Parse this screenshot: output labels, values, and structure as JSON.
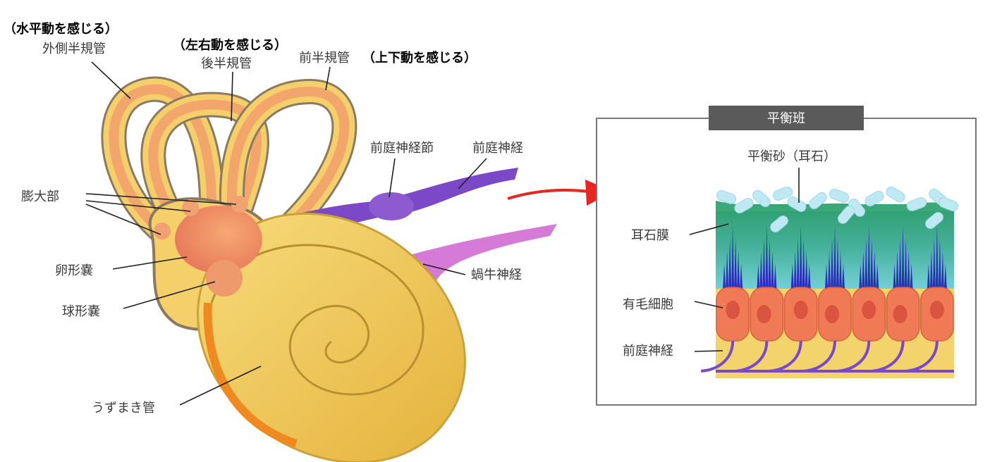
{
  "inner_ear": {
    "lateral_canal_function": "（水平動を感じる）",
    "lateral_canal": "外側半規管",
    "posterior_canal_function": "（左右動を感じる）",
    "posterior_canal": "後半規管",
    "anterior_canal": "前半規管",
    "anterior_canal_function": "（上下動を感じる）",
    "vestibular_ganglion": "前庭神経節",
    "vestibular_nerve": "前庭神経",
    "ampulla": "膨大部",
    "utricle": "卵形嚢",
    "saccule": "球形嚢",
    "cochlear_nerve": "蝸牛神経",
    "cochlea": "うずまき管"
  },
  "macula_panel": {
    "title": "平衡班",
    "otoliths": "平衡砂（耳石）",
    "otolithic_membrane": "耳石膜",
    "hair_cells": "有毛細胞",
    "vestibular_nerve": "前庭神経",
    "hair_cell_count": 7
  },
  "colors": {
    "canal": "#f2a66b",
    "canal_border": "#8a7a62",
    "vestibule": "#f5cf6a",
    "utricle": "#ee8a66",
    "vestibular_nerve": "#7b48c8",
    "cochlear_nerve": "#d67ad8",
    "arrow": "#e8261f",
    "membrane": "#2f9e72",
    "hair_cell": "#ef7a55",
    "panel_title_bg": "#5a5a5a"
  }
}
